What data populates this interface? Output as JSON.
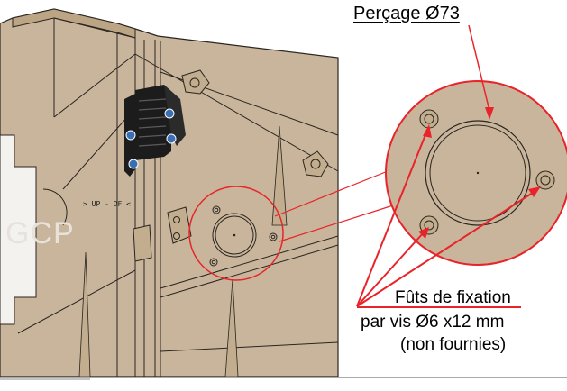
{
  "labels": {
    "percage": "Perçage Ø73",
    "futs": "Fûts de fixation",
    "vis": "par vis Ø6 x12 mm",
    "non_fournies": "(non fournies)",
    "up_df_marking": "> UP - DF <",
    "gcp_marking": "GCP"
  },
  "colors": {
    "panel_fill": "#c9b59b",
    "outline": "#2a2520",
    "callout_red": "#e8242a",
    "clip_black": "#1c1c1c",
    "screw_blue": "#3a6fb4",
    "label_block": "#f4f2ee"
  },
  "icons": [
    "screw-icon",
    "mounting-clip-icon"
  ]
}
